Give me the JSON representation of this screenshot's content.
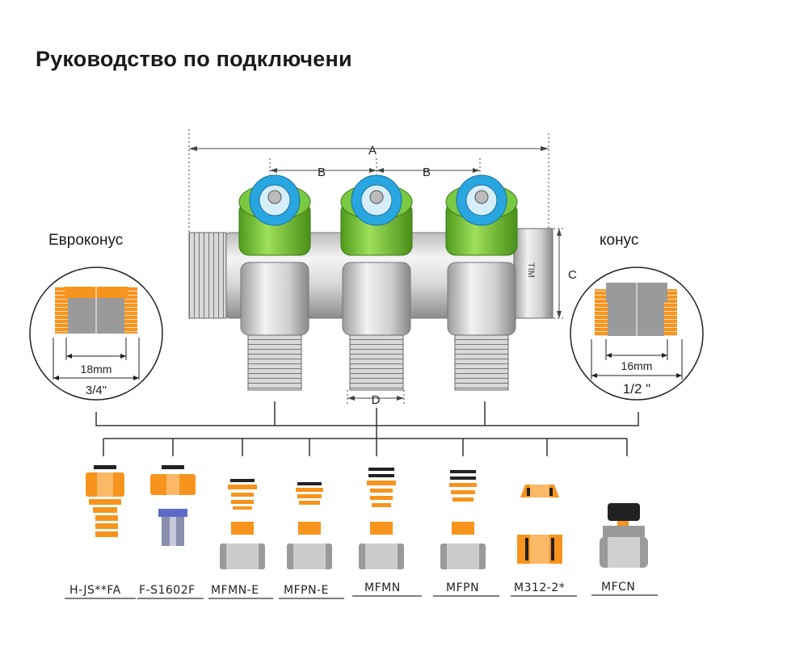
{
  "title": "Руководство по подключени",
  "left_connector": {
    "label": "Евроконус",
    "inner_diameter": "18mm",
    "thread": "3/4\""
  },
  "right_connector": {
    "label": "конус",
    "inner_diameter": "16mm",
    "thread": "1/2 \""
  },
  "dimensions": {
    "overall_width": "A",
    "outlet_spacing": "B",
    "body_height": "C",
    "outlet_width": "D"
  },
  "body_marking": "TIM",
  "fittings": [
    {
      "code": "H-JS**FA"
    },
    {
      "code": "F-S1602F"
    },
    {
      "code": "MFMN-E"
    },
    {
      "code": "MFPN-E"
    },
    {
      "code": "MFMN"
    },
    {
      "code": "MFPN"
    },
    {
      "code": "M312-2*"
    },
    {
      "code": "MFCN"
    }
  ],
  "colors": {
    "fitting_orange": "#f7941d",
    "knob_green": "#7ac943",
    "cap_blue": "#29a6e0",
    "nut_gray": "#9a9a9a",
    "line": "#333333"
  }
}
